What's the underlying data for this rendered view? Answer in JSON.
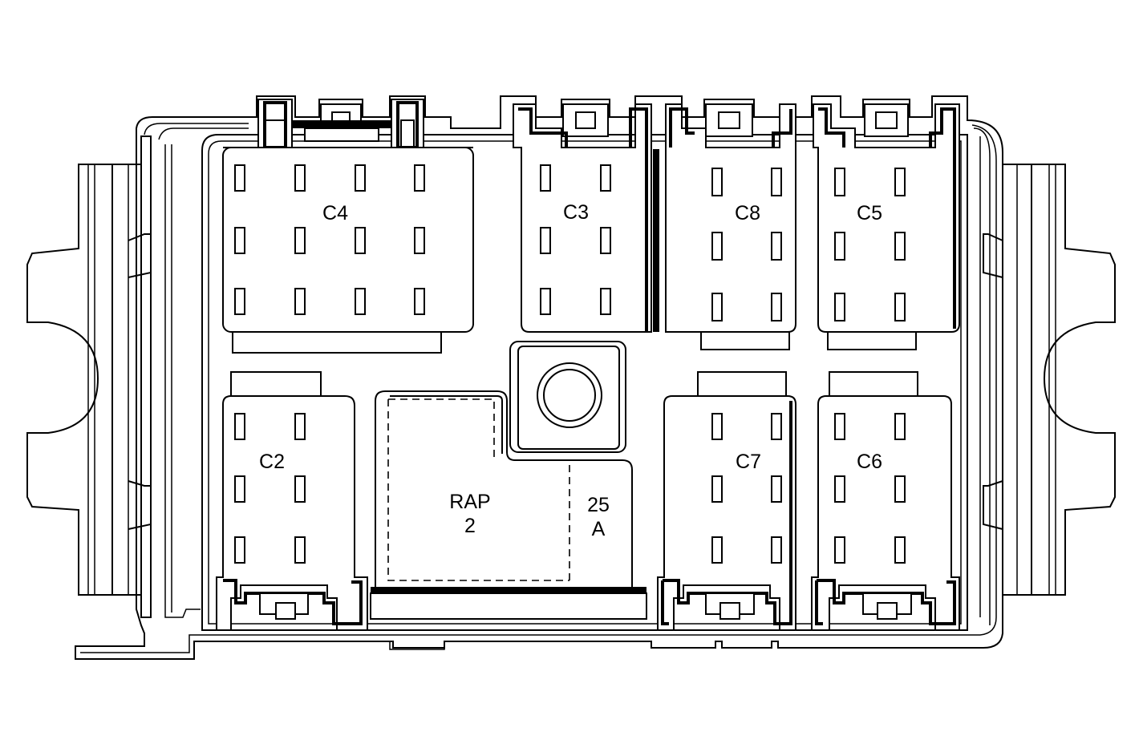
{
  "connectors": [
    {
      "id": "c4",
      "label": "C4"
    },
    {
      "id": "c3",
      "label": "C3"
    },
    {
      "id": "c8",
      "label": "C8"
    },
    {
      "id": "c5",
      "label": "C5"
    },
    {
      "id": "c2",
      "label": "C2"
    },
    {
      "id": "c7",
      "label": "C7"
    },
    {
      "id": "c6",
      "label": "C6"
    }
  ],
  "relay": {
    "line1": "RAP",
    "line2": "2"
  },
  "fuse": {
    "line1": "25",
    "line2": "A"
  }
}
